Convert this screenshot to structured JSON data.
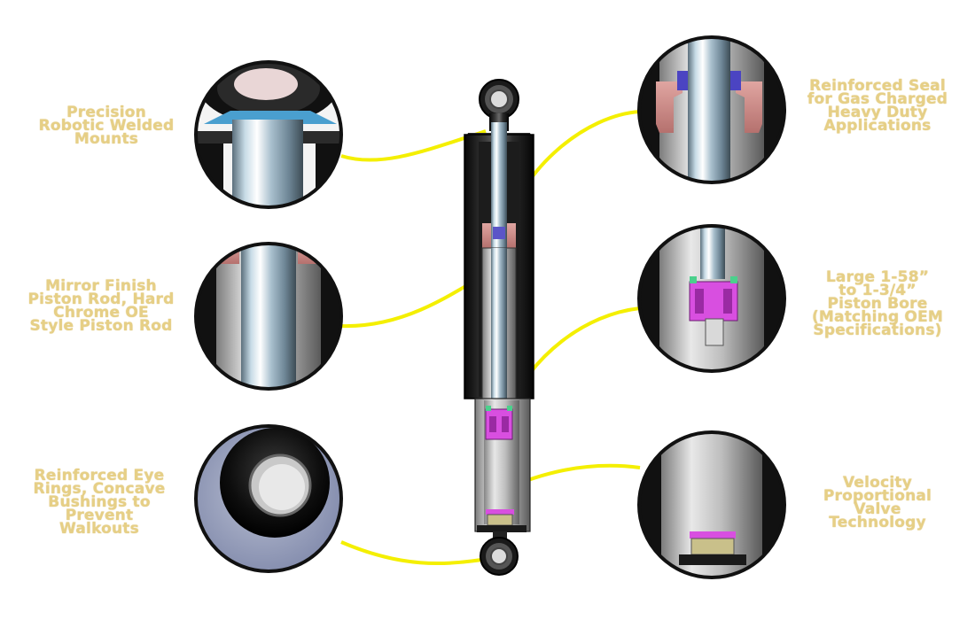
{
  "colors": {
    "label": "#e6cf86",
    "leader_line": "#f4ef00",
    "callout_ring": "#111111",
    "chrome": "#bcd2e2",
    "body_dark": "#1e1e1e",
    "seal": "#c98a87",
    "valve": "#d84fe0",
    "bushing_bg": "#8f98b8"
  },
  "callouts": [
    {
      "id": "mounts",
      "side": "left",
      "text": "Precision\nRobotic Welded\nMounts",
      "icon": "welded-mount-detail"
    },
    {
      "id": "piston-rod",
      "side": "left",
      "text": "Mirror Finish\nPiston Rod, Hard\nChrome OE\nStyle Piston Rod",
      "icon": "piston-rod-detail"
    },
    {
      "id": "eye-rings",
      "side": "left",
      "text": "Reinforced Eye\nRings, Concave\nBushings to\nPrevent\nWalkouts",
      "icon": "eye-ring-bushing-detail"
    },
    {
      "id": "seal",
      "side": "right",
      "text": "Reinforced Seal\nfor Gas Charged\nHeavy Duty\nApplications",
      "icon": "seal-detail"
    },
    {
      "id": "piston-bore",
      "side": "right",
      "text": "Large 1-58”\nto 1-3/4”\nPiston Bore\n(Matching OEM\nSpecifications)",
      "icon": "piston-bore-detail"
    },
    {
      "id": "valve",
      "side": "right",
      "text": "Velocity\nProportional\nValve\nTechnology",
      "icon": "valve-detail"
    }
  ],
  "shock": {
    "icon": "shock-absorber-cutaway"
  }
}
